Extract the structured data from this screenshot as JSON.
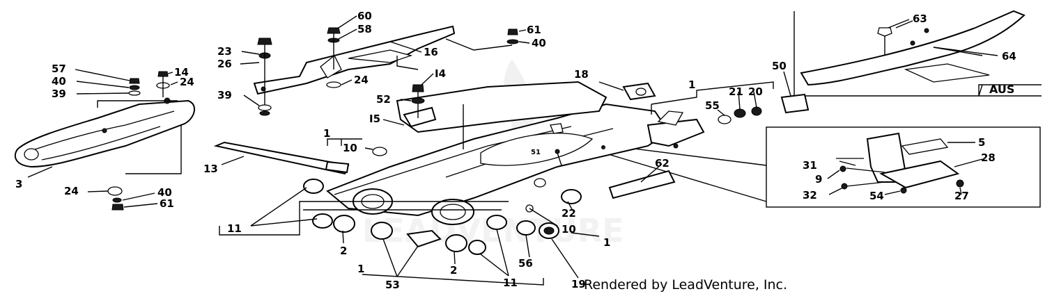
{
  "credit": "Rendered by LeadVenture, Inc.",
  "inset_label": "AUS",
  "callouts": [
    {
      "id": "c60",
      "text": "60"
    },
    {
      "id": "c58",
      "text": "58"
    },
    {
      "id": "c16",
      "text": "16"
    },
    {
      "id": "c61a",
      "text": "61"
    },
    {
      "id": "c40a",
      "text": "40"
    },
    {
      "id": "c23",
      "text": "23"
    },
    {
      "id": "c26",
      "text": "26"
    },
    {
      "id": "c57",
      "text": "57"
    },
    {
      "id": "c14a",
      "text": "14"
    },
    {
      "id": "c40b",
      "text": "40"
    },
    {
      "id": "c24a",
      "text": "24"
    },
    {
      "id": "c39a",
      "text": "39"
    },
    {
      "id": "c24b",
      "text": "24"
    },
    {
      "id": "c39b",
      "text": "39"
    },
    {
      "id": "c14b",
      "text": "I4"
    },
    {
      "id": "c52",
      "text": "52"
    },
    {
      "id": "c18",
      "text": "18"
    },
    {
      "id": "c1a",
      "text": "1"
    },
    {
      "id": "c50",
      "text": "50"
    },
    {
      "id": "c21",
      "text": "21"
    },
    {
      "id": "c20",
      "text": "20"
    },
    {
      "id": "c55",
      "text": "55"
    },
    {
      "id": "c15",
      "text": "I5"
    },
    {
      "id": "c3",
      "text": "3"
    },
    {
      "id": "c1b",
      "text": "1"
    },
    {
      "id": "c10a",
      "text": "10"
    },
    {
      "id": "c13",
      "text": "13"
    },
    {
      "id": "c51",
      "text": "51"
    },
    {
      "id": "c62",
      "text": "62"
    },
    {
      "id": "c24c",
      "text": "24"
    },
    {
      "id": "c40c",
      "text": "40"
    },
    {
      "id": "c61b",
      "text": "61"
    },
    {
      "id": "c22",
      "text": "22"
    },
    {
      "id": "c11a",
      "text": "11"
    },
    {
      "id": "c10b",
      "text": "10"
    },
    {
      "id": "c1c",
      "text": "1"
    },
    {
      "id": "c2a",
      "text": "2"
    },
    {
      "id": "c2b",
      "text": "2"
    },
    {
      "id": "c56",
      "text": "56"
    },
    {
      "id": "c1d",
      "text": "1"
    },
    {
      "id": "c53",
      "text": "53"
    },
    {
      "id": "c11b",
      "text": "11"
    },
    {
      "id": "c19",
      "text": "19"
    },
    {
      "id": "c63",
      "text": "63"
    },
    {
      "id": "c64",
      "text": "64"
    },
    {
      "id": "c5",
      "text": "5"
    },
    {
      "id": "c31",
      "text": "31"
    },
    {
      "id": "c28",
      "text": "28"
    },
    {
      "id": "c9",
      "text": "9"
    },
    {
      "id": "c32",
      "text": "32"
    },
    {
      "id": "c54",
      "text": "54"
    },
    {
      "id": "c27",
      "text": "27"
    }
  ]
}
